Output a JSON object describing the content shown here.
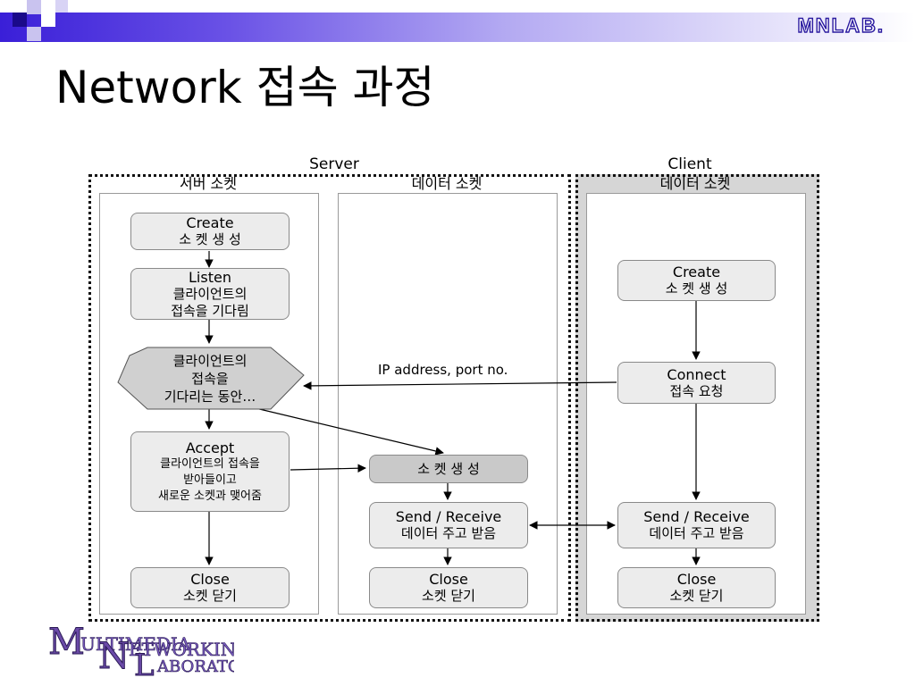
{
  "header": {
    "brand": "MNLAB.",
    "title": "Network 접속 과정",
    "accent_color": "#3a1fd8"
  },
  "diagram": {
    "server_label": "Server",
    "client_label": "Client",
    "columns": {
      "server_socket": "서버 소켓",
      "server_data_socket": "데이터 소켓",
      "client_data_socket": "데이터 소켓"
    },
    "nodes": {
      "create_server": {
        "en": "Create",
        "ko": "소 켓 생 성"
      },
      "listen": {
        "en": "Listen",
        "ko1": "클라이언트의",
        "ko2": "접속을 기다림"
      },
      "waiting": {
        "l1": "클라이언트의",
        "l2": "접속을",
        "l3": "기다리는 동안…"
      },
      "accept": {
        "en": "Accept",
        "ko1": "클라이언트의 접속을",
        "ko2": "받아들이고",
        "ko3": "새로운 소켓과 맺어줌"
      },
      "close_server": {
        "en": "Close",
        "ko": "소켓 닫기"
      },
      "create_data": {
        "ko": "소 켓 생 성"
      },
      "send_receive_server": {
        "en": "Send / Receive",
        "ko": "데이터 주고 받음"
      },
      "close_data": {
        "en": "Close",
        "ko": "소켓 닫기"
      },
      "create_client": {
        "en": "Create",
        "ko": "소 켓 생 성"
      },
      "connect": {
        "en": "Connect",
        "ko": "접속 요청"
      },
      "send_receive_client": {
        "en": "Send / Receive",
        "ko": "데이터 주고 받음"
      },
      "close_client": {
        "en": "Close",
        "ko": "소켓 닫기"
      }
    },
    "edge_labels": {
      "connect_request": "IP address, port no."
    }
  },
  "footer": {
    "logo_text": "MULTIMEDIA NETWORKING LABORATORY"
  }
}
